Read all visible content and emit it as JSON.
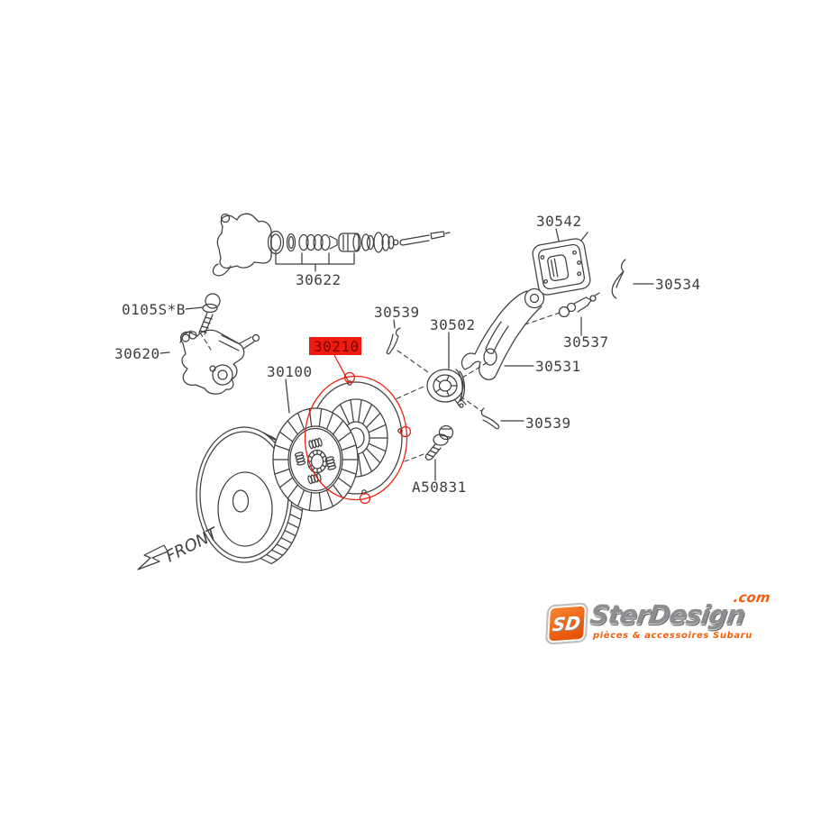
{
  "diagram": {
    "type": "exploded parts diagram - clutch system",
    "front_indicator": "FRONT",
    "highlighted_part": "30210",
    "colors": {
      "line": "#3f3f3f",
      "highlight": "#ed1c0e",
      "highlight_text": "#7e0000",
      "background": "#ffffff"
    },
    "labels": {
      "p30622": "30622",
      "p0105sb": "0105S*B",
      "p30620": "30620",
      "p30542": "30542",
      "p30534": "30534",
      "p30539a": "30539",
      "p30502": "30502",
      "p30537": "30537",
      "p30531": "30531",
      "p30539b": "30539",
      "p30210": "30210",
      "p30100": "30100",
      "pa50831": "A50831"
    }
  },
  "logo": {
    "monogram": "SD",
    "name": "SterDesign",
    "tld": ".com",
    "tagline": "pièces & accessoires Subaru",
    "accent_color": "#f2600f",
    "name_color": "#8d8e91"
  }
}
